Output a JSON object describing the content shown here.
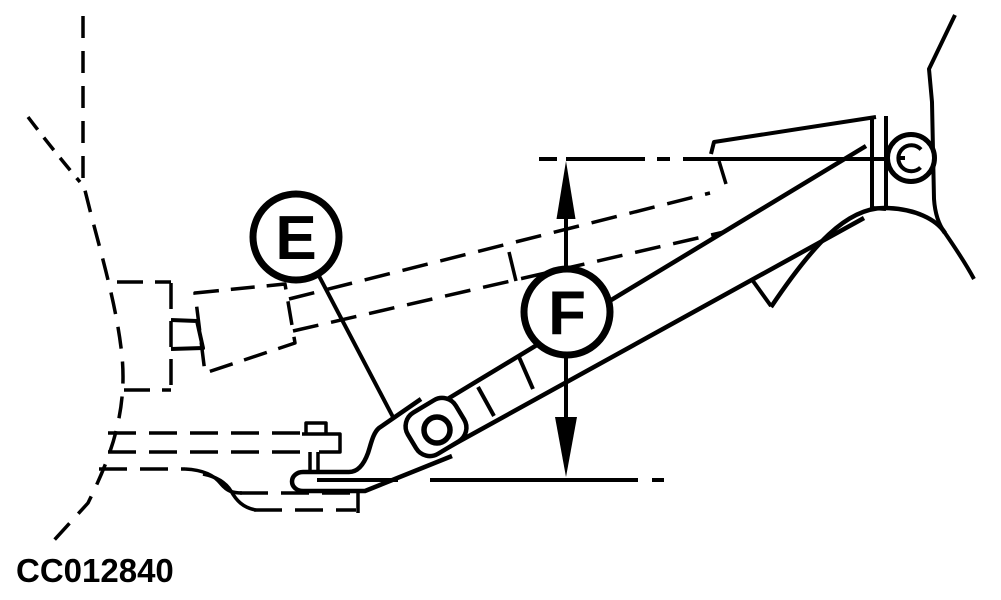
{
  "figure": {
    "code": "CC012840",
    "callouts": [
      {
        "label": "E"
      },
      {
        "label": "F"
      }
    ],
    "icons": [
      "dimension-arrow-up-icon",
      "dimension-arrow-down-icon",
      "bushing-symbol-icon"
    ],
    "colors": {
      "line": "#000000",
      "background": "#ffffff"
    }
  }
}
